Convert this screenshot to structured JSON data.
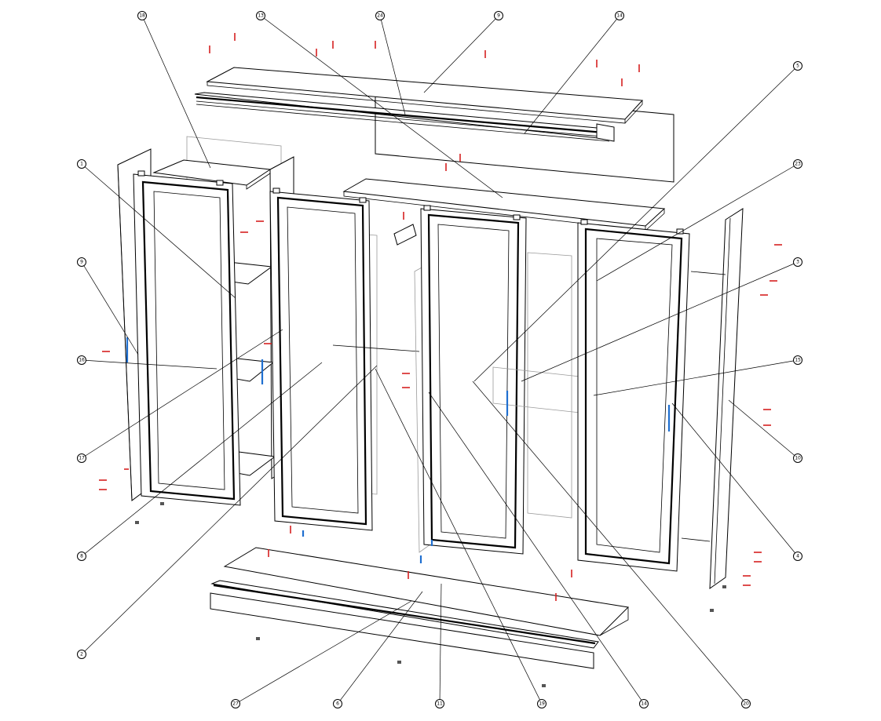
{
  "diagram": {
    "colors": {
      "line": "#000000",
      "hidden_line": "#9a9a9a",
      "hardware_pins": "#d62020",
      "hardware_handles": "#1f6fd0",
      "background": "#ffffff"
    },
    "callouts": [
      {
        "id": "c-18-top-left",
        "label": "18"
      },
      {
        "id": "c-13-top",
        "label": "13"
      },
      {
        "id": "c-24-top",
        "label": "24"
      },
      {
        "id": "c-9-top",
        "label": "9"
      },
      {
        "id": "c-14-top",
        "label": "14"
      },
      {
        "id": "c-5-right",
        "label": "5"
      },
      {
        "id": "c-1-left",
        "label": "1"
      },
      {
        "id": "c-23-right",
        "label": "23"
      },
      {
        "id": "c-9-left",
        "label": "9"
      },
      {
        "id": "c-3-right",
        "label": "3"
      },
      {
        "id": "c-16-left",
        "label": "16"
      },
      {
        "id": "c-15-right",
        "label": "15"
      },
      {
        "id": "c-17-left",
        "label": "17"
      },
      {
        "id": "c-10-right",
        "label": "10"
      },
      {
        "id": "c-8-left",
        "label": "8"
      },
      {
        "id": "c-4-right",
        "label": "4"
      },
      {
        "id": "c-2-left",
        "label": "2"
      },
      {
        "id": "c-27-bottom",
        "label": "27"
      },
      {
        "id": "c-6-bottom",
        "label": "6"
      },
      {
        "id": "c-11-bottom",
        "label": "11"
      },
      {
        "id": "c-19-bottom",
        "label": "19"
      },
      {
        "id": "c-14-bottom",
        "label": "14"
      },
      {
        "id": "c-20-bottom",
        "label": "20"
      }
    ]
  }
}
